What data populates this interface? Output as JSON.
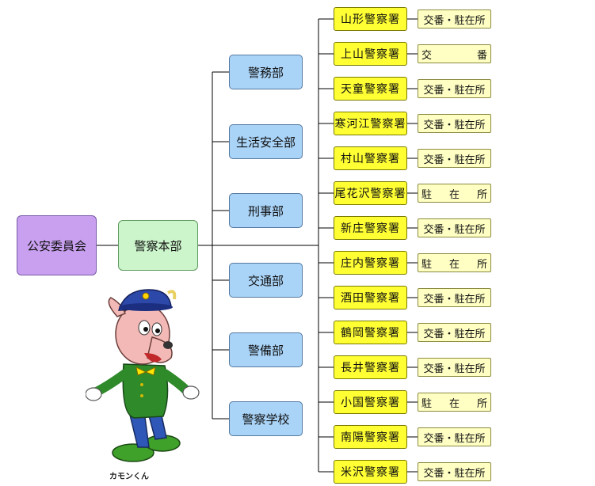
{
  "commission": {
    "label": "公安委員会"
  },
  "hq": {
    "label": "警察本部"
  },
  "departments": [
    {
      "label": "警務部"
    },
    {
      "label": "生活安全部"
    },
    {
      "label": "刑事部"
    },
    {
      "label": "交通部"
    },
    {
      "label": "警備部"
    },
    {
      "label": "警察学校"
    }
  ],
  "stations": [
    {
      "name": "山形警察署",
      "posts": [
        "交番・駐在所"
      ]
    },
    {
      "name": "上山警察署",
      "posts": [
        "交",
        "番"
      ]
    },
    {
      "name": "天童警察署",
      "posts": [
        "交番・駐在所"
      ]
    },
    {
      "name": "寒河江警察署",
      "posts": [
        "交番・駐在所"
      ]
    },
    {
      "name": "村山警察署",
      "posts": [
        "交番・駐在所"
      ]
    },
    {
      "name": "尾花沢警察署",
      "posts": [
        "駐",
        "在",
        "所"
      ]
    },
    {
      "name": "新庄警察署",
      "posts": [
        "交番・駐在所"
      ]
    },
    {
      "name": "庄内警察署",
      "posts": [
        "駐",
        "在",
        "所"
      ]
    },
    {
      "name": "酒田警察署",
      "posts": [
        "交番・駐在所"
      ]
    },
    {
      "name": "鶴岡警察署",
      "posts": [
        "交番・駐在所"
      ]
    },
    {
      "name": "長井警察署",
      "posts": [
        "交番・駐在所"
      ]
    },
    {
      "name": "小国警察署",
      "posts": [
        "駐",
        "在",
        "所"
      ]
    },
    {
      "name": "南陽警察署",
      "posts": [
        "交番・駐在所"
      ]
    },
    {
      "name": "米沢警察署",
      "posts": [
        "交番・駐在所"
      ]
    }
  ],
  "mascot": {
    "caption": "カモンくん"
  }
}
